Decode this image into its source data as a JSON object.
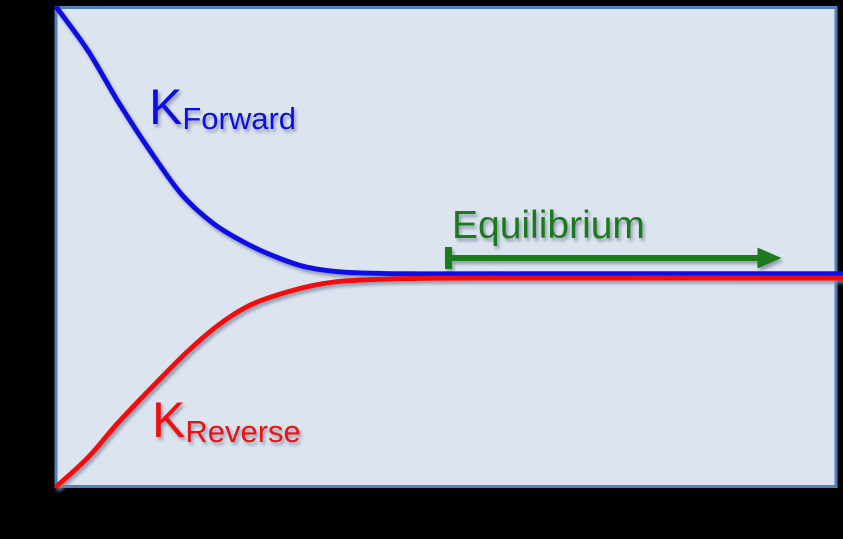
{
  "colors": {
    "background": "#000000",
    "plot_background": "#dce4ef",
    "plot_border": "#4f81bd",
    "forward_curve": "#0d0de6",
    "reverse_curve": "#f01010",
    "equilibrium_green": "#1b7b1b"
  },
  "labels": {
    "k_forward": {
      "base": "K",
      "sub": "Forward"
    },
    "k_reverse": {
      "base": "K",
      "sub": "Reverse"
    },
    "equilibrium": "Equilibrium"
  },
  "chart_data": {
    "type": "line",
    "title": "",
    "grid": false,
    "legend": "none",
    "axes_labels_visible": false,
    "x_range": [
      0,
      100
    ],
    "y_range": [
      0,
      1
    ],
    "units": "normalized (no tick labels or axis titles are rendered in the image)",
    "series": [
      {
        "name": "K Forward",
        "color": "#0d0de6",
        "x": [
          0,
          4,
          8,
          12,
          16,
          20,
          24,
          28,
          32,
          37,
          45,
          60,
          100
        ],
        "y": [
          1.0,
          0.91,
          0.8,
          0.7,
          0.61,
          0.55,
          0.51,
          0.48,
          0.458,
          0.447,
          0.444,
          0.444,
          0.444
        ]
      },
      {
        "name": "K Reverse",
        "color": "#f01010",
        "x": [
          0,
          4,
          8,
          13,
          17,
          21,
          25,
          30,
          34,
          38,
          46,
          60,
          100
        ],
        "y": [
          0.0,
          0.06,
          0.135,
          0.22,
          0.285,
          0.34,
          0.38,
          0.408,
          0.423,
          0.43,
          0.434,
          0.435,
          0.435
        ]
      }
    ],
    "annotations": {
      "equilibrium_dashed_line": {
        "type": "vertical-dashed",
        "x": 50,
        "color": "#1b7b1b"
      },
      "equilibrium_arrow": {
        "type": "arrow-right",
        "x_start": 50,
        "x_end": 93,
        "y": 0.477,
        "color": "#1b7b1b",
        "label": "Equilibrium"
      },
      "equilibrium_rate": 0.44
    }
  }
}
